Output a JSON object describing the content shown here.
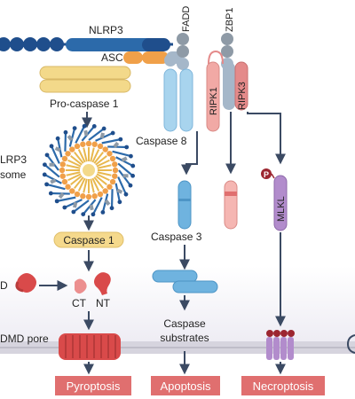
{
  "labels": {
    "nlrp3": "NLRP3",
    "asc": "ASC",
    "fadd": "FADD",
    "zbp1": "ZBP1",
    "pro_caspase1": "Pro-caspase 1",
    "inflammasome_line1": "LRP3",
    "inflammasome_line2": "some",
    "caspase8": "Caspase 8",
    "ripk1": "RIPK1",
    "ripk3": "RIPK3",
    "phospho": "P",
    "mlkl": "MLKL",
    "caspase1": "Caspase 1",
    "caspase3": "Caspase 3",
    "gsdmd_left": "D",
    "ct": "CT",
    "nt": "NT",
    "gsdmd_pore": "DMD pore",
    "caspase_substrates_line1": "Caspase",
    "caspase_substrates_line2": "substrates"
  },
  "outcomes": {
    "pyroptosis": "Pyroptosis",
    "apoptosis": "Apoptosis",
    "necroptosis": "Necroptosis"
  },
  "colors": {
    "nlrp3": "#1f4e8c",
    "asc": "#f0a049",
    "fadd": "#8e9aa6",
    "pro_caspase": "#f3d98a",
    "caspase1_box": "#f5d98c",
    "caspase8": "#a8d4ee",
    "caspase3": "#6fb3df",
    "ripk1": "#f1a9a5",
    "ripk3": "#e48a8a",
    "mlkl": "#b28ccc",
    "phospho": "#9c2630",
    "gsdmd": "#d94a4a",
    "outcome_box": "#e06f6f",
    "membrane": "#c9c8d1",
    "arrow": "#3b4a63"
  }
}
